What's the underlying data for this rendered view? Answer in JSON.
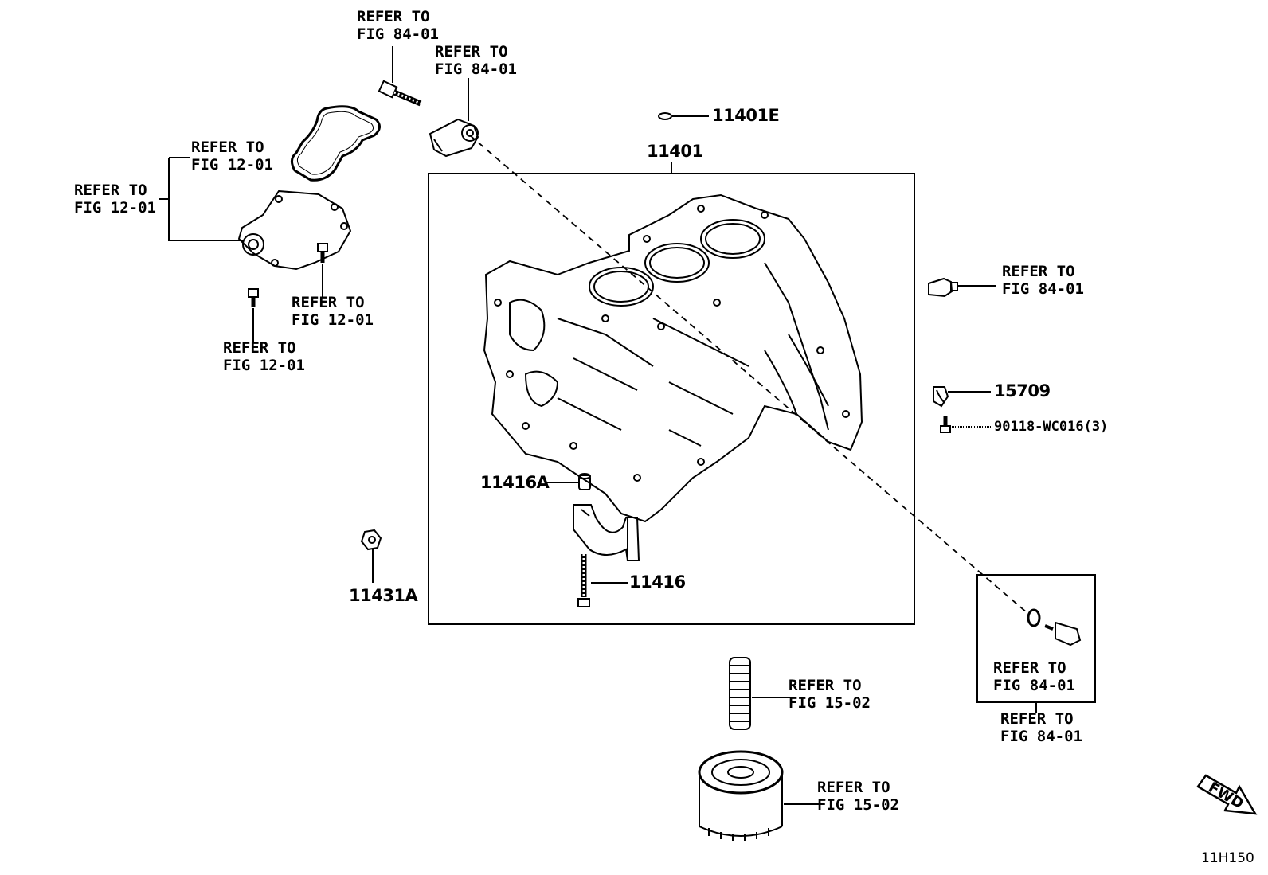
{
  "refs": {
    "r1": {
      "line1": "REFER TO",
      "line2": "FIG 84-01"
    },
    "r2": {
      "line1": "REFER TO",
      "line2": "FIG 84-01"
    },
    "r3": {
      "line1": "REFER TO",
      "line2": "FIG 12-01"
    },
    "r4": {
      "line1": "REFER TO",
      "line2": "FIG 12-01"
    },
    "r5": {
      "line1": "REFER TO",
      "line2": "FIG 12-01"
    },
    "r6": {
      "line1": "REFER TO",
      "line2": "FIG 12-01"
    },
    "r7": {
      "line1": "REFER TO",
      "line2": "FIG 84-01"
    },
    "r8": {
      "line1": "REFER TO",
      "line2": "FIG 84-01"
    },
    "r9": {
      "line1": "REFER TO",
      "line2": "FIG 84-01"
    },
    "r10": {
      "line1": "REFER TO",
      "line2": "FIG 15-02"
    },
    "r11": {
      "line1": "REFER TO",
      "line2": "FIG 15-02"
    }
  },
  "parts": {
    "p11401E": "11401E",
    "p11401": "11401",
    "p15709": "15709",
    "p90118": "90118-WC016(3)",
    "p11416A": "11416A",
    "p11416": "11416",
    "p11431A": "11431A"
  },
  "fwd_label": "FWD",
  "diagram_code": "11H150"
}
